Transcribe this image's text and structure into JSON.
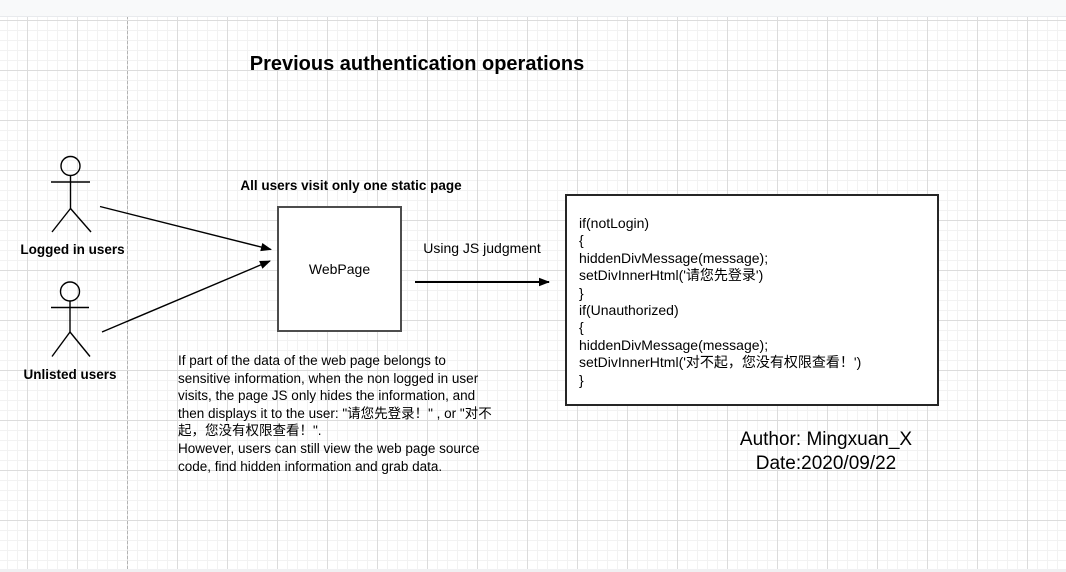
{
  "diagram": {
    "title": "Previous authentication operations",
    "actors": [
      {
        "id": "logged-in",
        "label": "Logged in users"
      },
      {
        "id": "unlisted",
        "label": "Unlisted users"
      }
    ],
    "notes": {
      "static_page": "All users visit only one static page",
      "js_arrow_label": "Using JS judgment"
    },
    "webpage_box": {
      "label": "WebPage"
    },
    "code_box": {
      "code": "if(notLogin)\n{\nhiddenDivMessage(message);\nsetDivInnerHtml('请您先登录')\n}\nif(Unauthorized)\n{\nhiddenDivMessage(message);\nsetDivInnerHtml('对不起，您没有权限查看！')\n}"
    },
    "explanation": "If part of the data of the web page belongs to\nsensitive information, when the non logged in user\nvisits, the page JS only hides the information, and\nthen displays it to the user: \"请您先登录！\" , or \"对不\n起，您没有权限查看！\".\nHowever, users can still view the web page source\ncode, find hidden information and grab data.",
    "author": {
      "author_line": "Author: Mingxuan_X",
      "date_line": "Date:2020/09/22"
    }
  },
  "colors": {
    "canvas_bg": "#ffffff",
    "grid_minor": "#f2f2f2",
    "grid_major": "#dcdcdc",
    "page_boundary_dash": "#b3b3b3",
    "webpage_box_border": "#4d4d4d",
    "code_box_border": "#262626",
    "stroke": "#000000",
    "top_chrome_bg": "#f8f9fa"
  }
}
